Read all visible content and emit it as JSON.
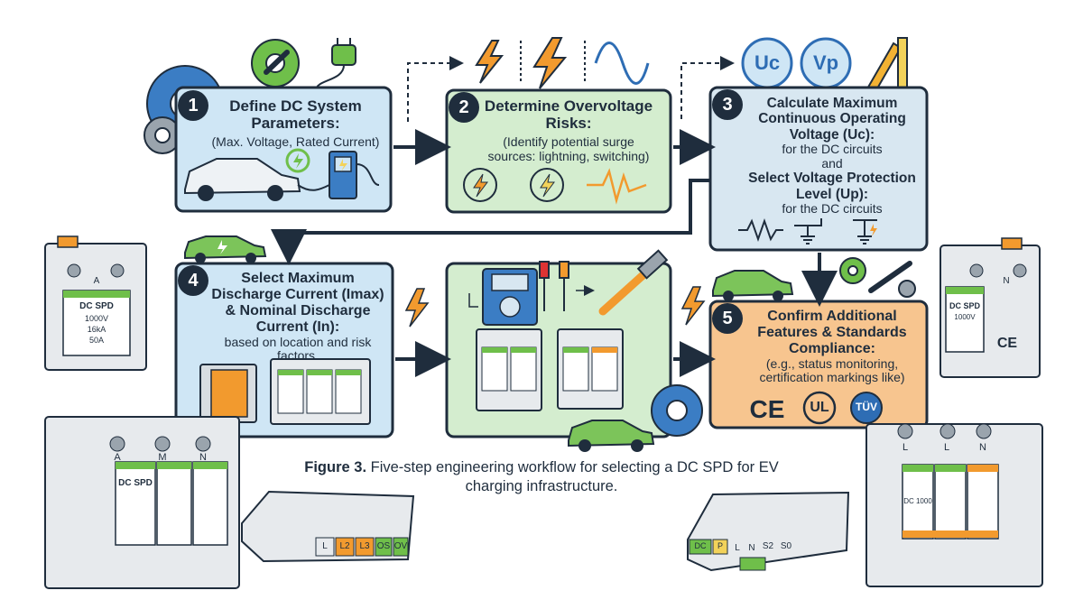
{
  "steps": [
    {
      "number": "1",
      "title": "Define DC System Parameters:",
      "detail": "(Max. Voltage, Rated Current)"
    },
    {
      "number": "2",
      "title": "Determine Overvoltage Risks:",
      "detail": "(Identify potential surge sources: lightning, switching)"
    },
    {
      "number": "3",
      "title_a": "Calculate Maximum Continuous Operating Voltage (Uc):",
      "detail_a": "for the DC circuits",
      "connector": "and",
      "title_b": "Select Voltage Protection Level (Up):",
      "detail_b": "for the DC circuits",
      "icon_uc": "Uc",
      "icon_up": "Vp"
    },
    {
      "number": "4",
      "title": "Select Maximum Discharge Current (Imax) & Nominal Discharge Current (In):",
      "detail": "based on location and risk factors."
    },
    {
      "number": "5",
      "title": "Confirm Additional Features & Standards Compliance:",
      "detail": "(e.g., status monitoring, certification markings like)",
      "marks": [
        "CE",
        "UL",
        "TÜV"
      ]
    }
  ],
  "caption": {
    "label": "Figure 3.",
    "text": "Five-step engineering workflow for selecting a DC SPD for EV charging infrastructure."
  },
  "devices": {
    "left_top": {
      "lines": [
        "A",
        "DC SPD",
        "1000V",
        "16kA",
        "50A"
      ]
    },
    "left_bottom": {
      "poles": [
        "A",
        "M",
        "N"
      ],
      "label": "DC SPD"
    },
    "right_top": {
      "lines": [
        "N",
        "DC SPD",
        "1000V",
        "CE"
      ]
    },
    "right_bottom": {
      "poles": [
        "L",
        "L",
        "N"
      ],
      "label": "DC 1000"
    },
    "terminal_left": [
      "L",
      "L2",
      "L3",
      "OS",
      "OV"
    ],
    "terminal_right": [
      "DC",
      "P",
      "L",
      "N",
      "S2",
      "S0"
    ]
  },
  "colors": {
    "step1_fill": "#cfe6f5",
    "step2_fill": "#d4edcf",
    "step3_fill": "#d8e7f1",
    "step4_fill": "#cfe6f5",
    "step5_fill": "#f7c58f",
    "outline": "#1f2d3d",
    "accent_orange": "#f29a2e",
    "accent_green": "#7cc45a",
    "accent_blue": "#2e6db4"
  }
}
